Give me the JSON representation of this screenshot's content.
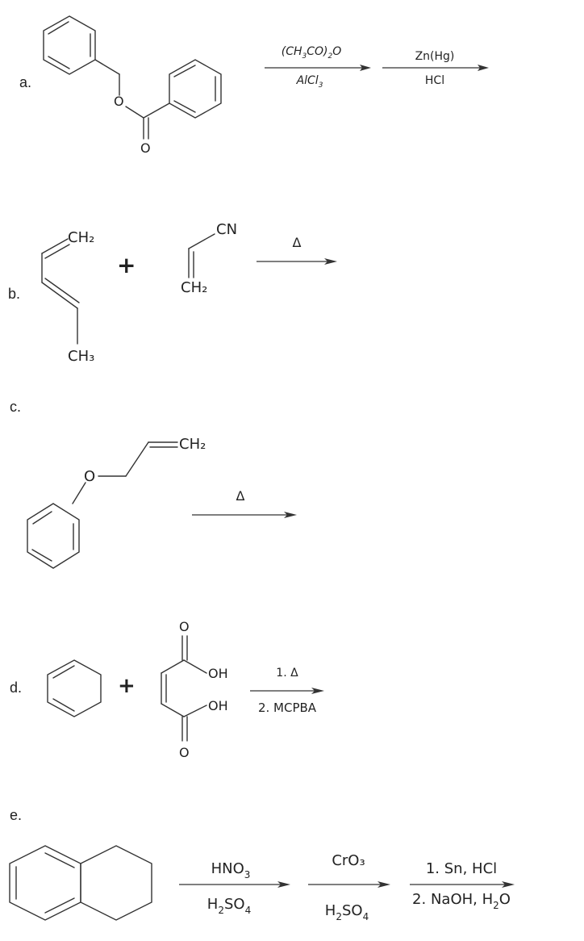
{
  "problems": [
    {
      "label": "a.",
      "atoms": [
        "O",
        "O"
      ],
      "steps": [
        {
          "top": {
            "t": "(CH",
            "s": "3",
            "t2": "CO)",
            "s2": "2",
            "t3": "O"
          },
          "bottom": {
            "t": "AlCl",
            "s": "3"
          }
        },
        {
          "top": {
            "t": "Zn(Hg)"
          },
          "bottom": {
            "t": "HCl"
          }
        }
      ]
    },
    {
      "label": "b.",
      "groups": {
        "ch2_top": "CH₂",
        "ch3": "CH₃",
        "cn": "CN",
        "ch2_acryl": "CH₂"
      },
      "plus": "+",
      "steps": [
        {
          "top": {
            "t": "Δ"
          }
        }
      ]
    },
    {
      "label": "c.",
      "groups": {
        "o": "O",
        "ch2": "CH₂"
      },
      "steps": [
        {
          "top": {
            "t": "Δ"
          }
        }
      ]
    },
    {
      "label": "d.",
      "plus": "+",
      "groups": {
        "o_top": "O",
        "oh1": "OH",
        "oh2": "OH",
        "o_bottom": "O"
      },
      "steps": [
        {
          "top": {
            "t": "1. Δ"
          },
          "bottom": {
            "t": "2. MCPBA"
          }
        }
      ]
    },
    {
      "label": "e.",
      "steps": [
        {
          "top": {
            "t": "HNO",
            "s": "3"
          },
          "bottom": {
            "t": "H",
            "s": "2",
            "t2": "SO",
            "s2": "4"
          }
        },
        {
          "top": {
            "t": "CrO₃"
          },
          "bottom": {
            "t": "H",
            "s": "2",
            "t2": "SO",
            "s2": "4"
          }
        },
        {
          "top": {
            "t": "1. Sn, HCl"
          },
          "bottom": {
            "t": "2. NaOH, H",
            "s": "2",
            "t2": "O"
          }
        }
      ]
    }
  ]
}
